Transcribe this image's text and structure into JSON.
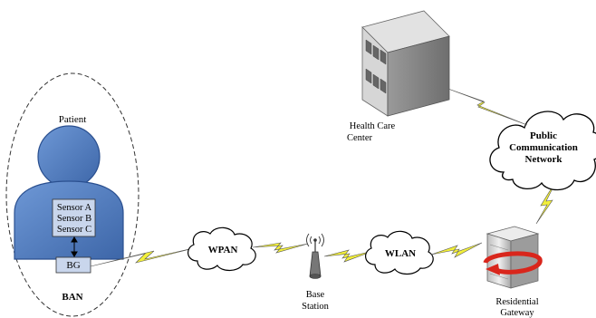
{
  "labels": {
    "patient": "Patient",
    "sensor_a": "Sensor A",
    "sensor_b": "Sensor B",
    "sensor_c": "Sensor C",
    "bg": "BG",
    "ban": "BAN",
    "wpan": "WPAN",
    "wlan": "WLAN",
    "base_station_line1": "Base",
    "base_station_line2": "Station",
    "residential_gateway_line1": "Residential",
    "residential_gateway_line2": "Gateway",
    "health_care_line1": "Health Care",
    "health_care_line2": "Center",
    "public_net_line1": "Public",
    "public_net_line2": "Communication",
    "public_net_line3": "Network"
  },
  "colors": {
    "person_fill": "#4e79bd",
    "person_stroke": "#2a4f8f",
    "sensor_box_fill": "#c9d6ec",
    "lightning": "#f2ef3a",
    "building_front": "#d8d8d8",
    "server_body": "#d0d0d0",
    "server_arrow": "#d9261c"
  }
}
